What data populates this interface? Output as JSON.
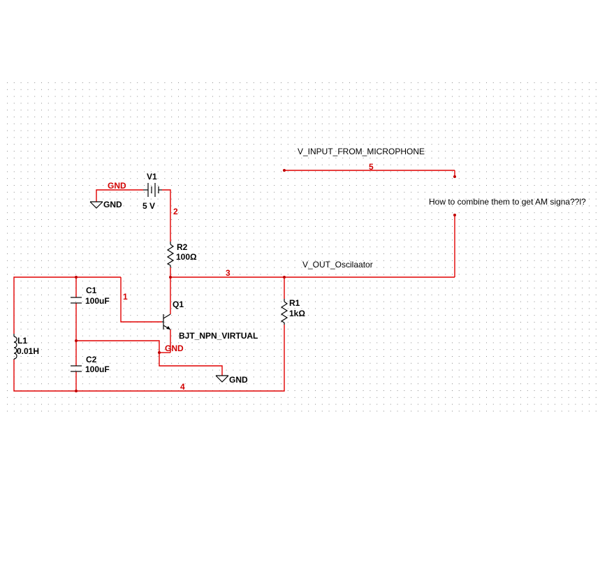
{
  "colors": {
    "wire": "#e00000",
    "net_label": "#d00000",
    "component": "#000000",
    "grid_dot": "#8a8a8a",
    "background": "#ffffff"
  },
  "net_numbers": {
    "n1": "1",
    "n2": "2",
    "n3": "3",
    "n4": "4",
    "n5": "5"
  },
  "components": {
    "v1": {
      "ref": "V1",
      "value": "5 V"
    },
    "r2": {
      "ref": "R2",
      "value": "100Ω"
    },
    "r1": {
      "ref": "R1",
      "value": "1kΩ"
    },
    "c1": {
      "ref": "C1",
      "value": "100uF"
    },
    "c2": {
      "ref": "C2",
      "value": "100uF"
    },
    "l1": {
      "ref": "L1",
      "value": "0.01H"
    },
    "q1": {
      "ref": "Q1",
      "value": "BJT_NPN_VIRTUAL"
    }
  },
  "ground": {
    "gnd_wire_label": "GND",
    "gnd_symbol_top": "GND",
    "gnd_emitter_label": "GND",
    "gnd_symbol_bottom": "GND"
  },
  "labels": {
    "input_net": "V_INPUT_FROM_MICROPHONE",
    "output_net": "V_OUT_Oscilaator",
    "question": "How to combine them to get AM signa??l?"
  },
  "icons": {
    "battery": "battery-symbol-icon",
    "resistor": "resistor-zigzag-icon",
    "capacitor": "capacitor-plates-icon",
    "inductor": "inductor-coil-icon",
    "transistor": "npn-transistor-icon",
    "ground": "ground-symbol-icon"
  }
}
